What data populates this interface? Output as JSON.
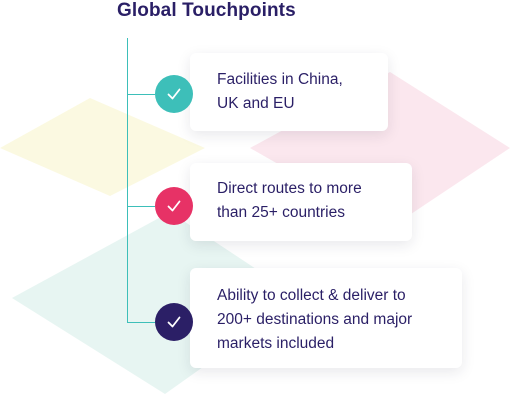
{
  "title": "Global Touchpoints",
  "colors": {
    "title": "#2a1f66",
    "line": "#3dbfb9",
    "check_1": "#3dbfb9",
    "check_2": "#e73266",
    "check_3": "#2b1f66"
  },
  "items": [
    {
      "text": "Facilities in China,\nUK and EU",
      "icon": "check-icon"
    },
    {
      "text": "Direct routes to more\nthan 25+ countries",
      "icon": "check-icon"
    },
    {
      "text": "Ability to collect & deliver to\n200+ destinations and major\nmarkets included",
      "icon": "check-icon"
    }
  ]
}
